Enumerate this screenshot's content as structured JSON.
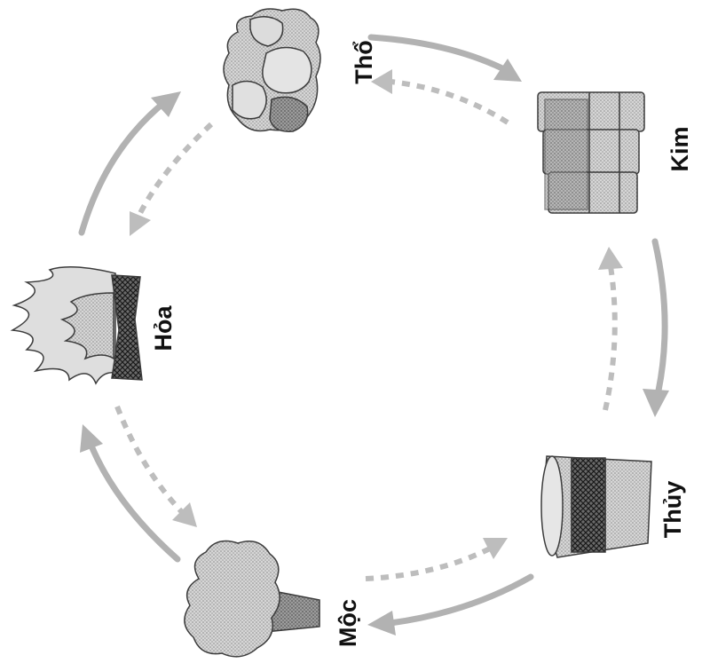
{
  "elements": {
    "tho": {
      "label": "Thổ",
      "icon": "earth-rocks-icon"
    },
    "kim": {
      "label": "Kim",
      "icon": "metal-ingots-icon"
    },
    "thuy": {
      "label": "Thủy",
      "icon": "water-bucket-icon"
    },
    "moc": {
      "label": "Mộc",
      "icon": "wood-tree-icon"
    },
    "hoa": {
      "label": "Hỏa",
      "icon": "fire-flame-icon"
    }
  },
  "arrows": {
    "generating_cycle": {
      "style": "solid",
      "order": [
        "tho",
        "kim",
        "thuy",
        "moc",
        "hoa",
        "tho"
      ]
    },
    "reverse_cycle": {
      "style": "dashed",
      "order": [
        "tho",
        "hoa",
        "moc",
        "thuy",
        "kim",
        "tho"
      ]
    }
  },
  "colors": {
    "arrow": "#b2b2b2",
    "icon_fill": "#d3d3d3",
    "icon_dark": "#8c8c8c",
    "outline": "#3c3c3c"
  }
}
